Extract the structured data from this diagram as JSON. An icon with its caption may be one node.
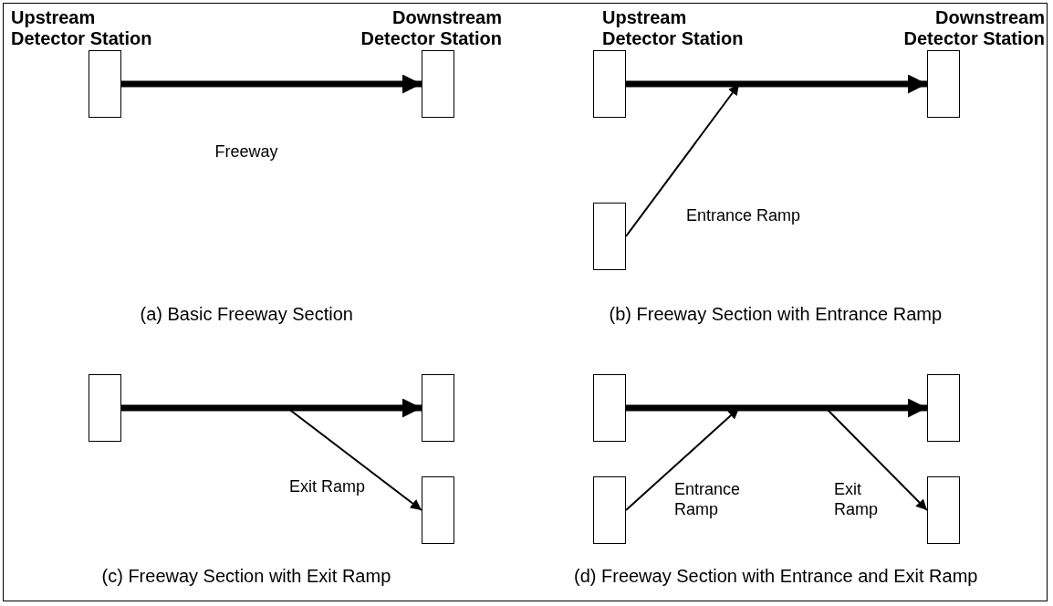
{
  "diagram": {
    "nodes": [
      {
        "text": [],
        "shape": "box",
        "beside": [
          "Upstream Detector Station"
        ]
      },
      {
        "text": [],
        "shape": "box",
        "beside": [
          "Downstream Detector Station"
        ]
      },
      {
        "text": [],
        "shape": "box",
        "beside": [
          "Upstream Detector Station"
        ]
      },
      {
        "text": [],
        "shape": "box",
        "beside": [
          "Downstream Detector Station"
        ]
      },
      {
        "text": [],
        "shape": "box"
      },
      {
        "text": [],
        "shape": "box"
      },
      {
        "text": [],
        "shape": "box"
      },
      {
        "text": [],
        "shape": "box"
      },
      {
        "text": [],
        "shape": "box"
      },
      {
        "text": [],
        "shape": "box"
      },
      {
        "text": [],
        "shape": "box"
      },
      {
        "text": [],
        "shape": "box"
      }
    ],
    "edges": [
      {
        "from": 0,
        "to": 1,
        "arrow": "to",
        "label": "Freeway",
        "style": "thick"
      },
      {
        "from": 2,
        "to": 3,
        "arrow": "to",
        "style": "thick"
      },
      {
        "from": 4,
        "to": null,
        "arrow": "to",
        "label": "Entrance Ramp"
      },
      {
        "from": 5,
        "to": 6,
        "arrow": "to",
        "style": "thick"
      },
      {
        "from": null,
        "to": 7,
        "arrow": "to",
        "label": "Exit Ramp"
      },
      {
        "from": 8,
        "to": 9,
        "arrow": "to",
        "style": "thick"
      },
      {
        "from": 10,
        "to": null,
        "arrow": "to",
        "label": "Entrance Ramp"
      },
      {
        "from": null,
        "to": 11,
        "arrow": "to",
        "label": "Exit Ramp"
      }
    ],
    "labels": [
      "(a) Basic Freeway Section",
      "(b) Freeway Section with Entrance Ramp",
      "(c) Freeway Section with Exit Ramp",
      "(d) Freeway Section with Entrance and Exit Ramp"
    ]
  }
}
